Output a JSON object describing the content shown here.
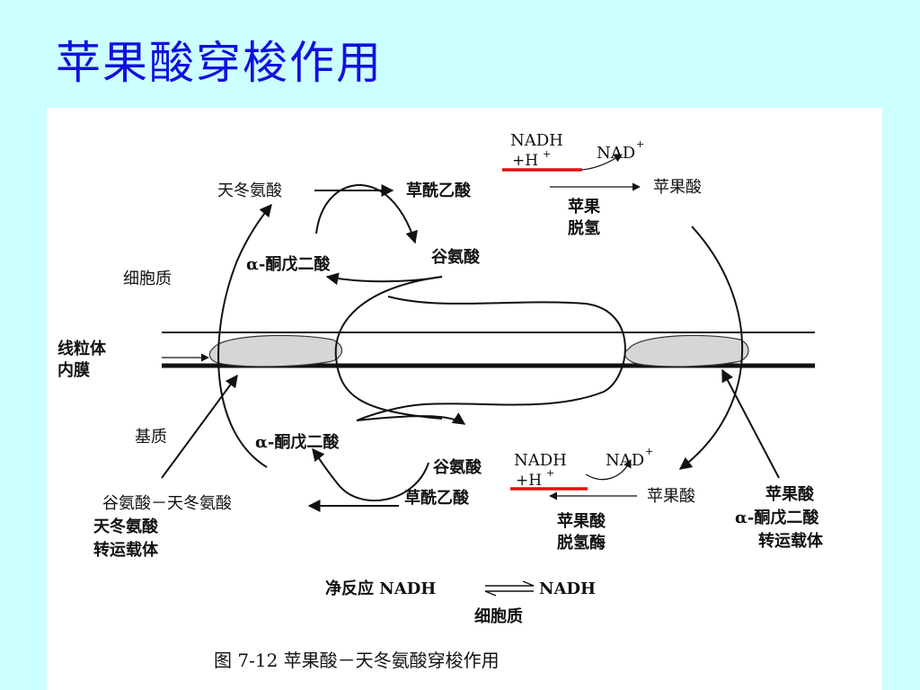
{
  "slide": {
    "title": "苹果酸穿梭作用"
  },
  "labels": {
    "cytosol": "细胞质",
    "inner_membrane": [
      "线粒体",
      "内膜"
    ],
    "matrix": "基质",
    "asp_top": "天冬氨酸",
    "oaa_top": "草酰乙酸",
    "malate_top": "苹果酸",
    "nadh_top": "NADH",
    "h_top": "+H",
    "nad_top": "NAD",
    "plus": "+",
    "dehydro_top": [
      "苹果",
      "脱氢"
    ],
    "aketo_top": "α-酮戊二酸",
    "glu_top": "谷氨酸",
    "aketo_bottom": "α-酮戊二酸",
    "glu_bottom": "谷氨酸",
    "oaa_bottom": "草酰乙酸",
    "nadh_bottom": "NADH",
    "h_bottom": "+H",
    "nad_bottom": "NAD",
    "malate_bottom": "苹果酸",
    "enzyme_bottom": [
      "苹果酸",
      "脱氢酶"
    ],
    "transporter_left": [
      "谷氨酸－天冬氨酸",
      "天冬氨酸",
      "转运载体"
    ],
    "transporter_right": [
      "苹果酸",
      "α-酮戊二酸",
      "转运载体"
    ],
    "net_reaction": "净反应 NADH",
    "net_product": "NADH",
    "net_sub": "细胞质",
    "caption": "图 7-12    苹果酸－天冬氨酸穿梭作用"
  },
  "colors": {
    "background": "#ccffff",
    "title": "#1010e0",
    "highlight": "#e01010"
  }
}
